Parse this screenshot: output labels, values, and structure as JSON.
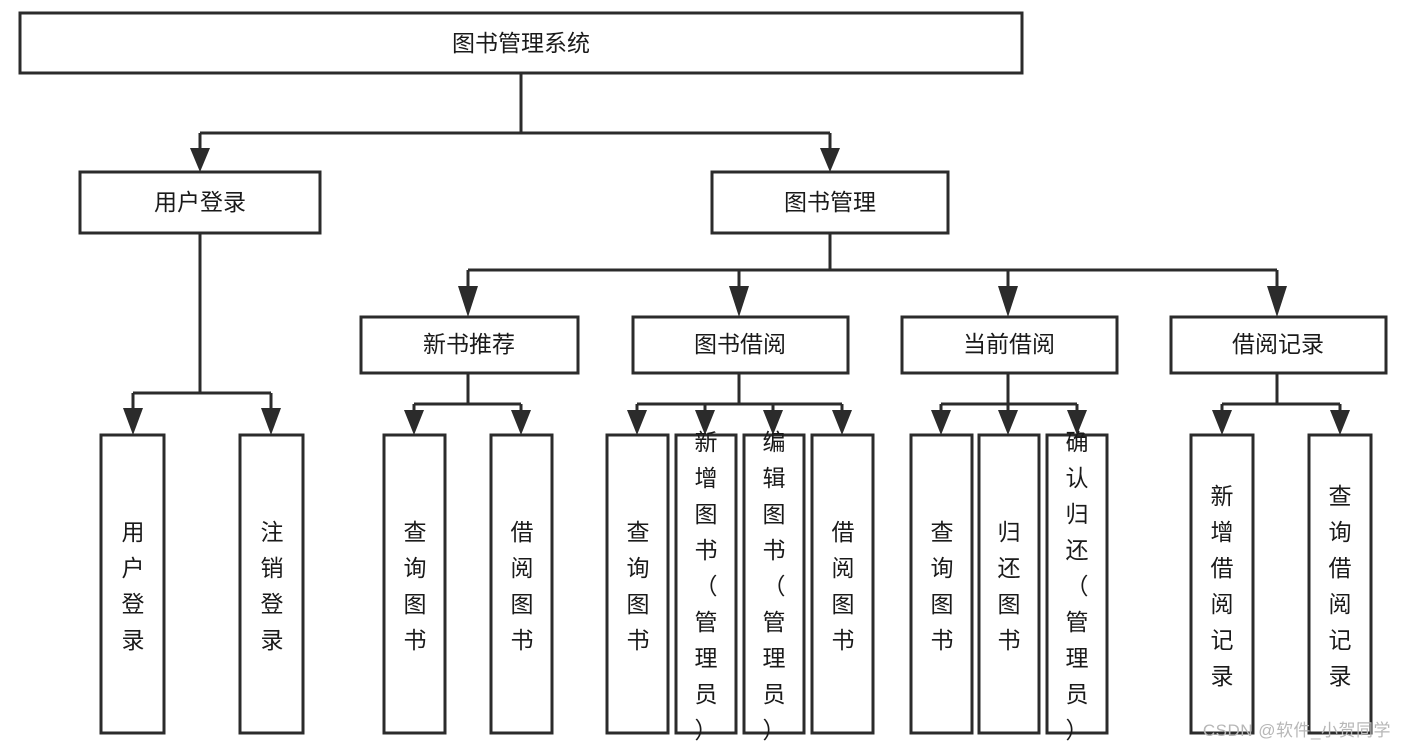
{
  "diagram": {
    "type": "tree",
    "title": "图书管理系统",
    "orientation": "top-down",
    "watermark": "CSDN @软件_小贺同学",
    "colors": {
      "background": "#ffffff",
      "node_fill": "#ffffff",
      "node_stroke": "#2b2b2b",
      "text": "#1a1a1a",
      "watermark": "#b7b7b7"
    },
    "levels": 4
  },
  "nodes": {
    "root": {
      "label": "图书管理系统"
    },
    "level2": [
      {
        "id": "user-login",
        "label": "用户登录"
      },
      {
        "id": "book-manage",
        "label": "图书管理"
      }
    ],
    "level3": [
      {
        "id": "new-book-recommend",
        "label": "新书推荐"
      },
      {
        "id": "book-borrow",
        "label": "图书借阅"
      },
      {
        "id": "current-borrow",
        "label": "当前借阅"
      },
      {
        "id": "borrow-record",
        "label": "借阅记录"
      }
    ],
    "leaves": {
      "user-login": [
        {
          "id": "leaf-user-login",
          "label": "用户登录"
        },
        {
          "id": "leaf-logout-login",
          "label": "注销登录"
        }
      ],
      "new-book-recommend": [
        {
          "id": "leaf-query-book-1",
          "label": "查询图书"
        },
        {
          "id": "leaf-borrow-book-1",
          "label": "借阅图书"
        }
      ],
      "book-borrow": [
        {
          "id": "leaf-query-book-2",
          "label": "查询图书"
        },
        {
          "id": "leaf-add-book",
          "label": "新增图书（管理员）"
        },
        {
          "id": "leaf-edit-book",
          "label": "编辑图书（管理员）"
        },
        {
          "id": "leaf-borrow-book-2",
          "label": "借阅图书"
        }
      ],
      "current-borrow": [
        {
          "id": "leaf-query-book-3",
          "label": "查询图书"
        },
        {
          "id": "leaf-return-book",
          "label": "归还图书"
        },
        {
          "id": "leaf-confirm-return",
          "label": "确认归还（管理员）"
        }
      ],
      "borrow-record": [
        {
          "id": "leaf-add-record",
          "label": "新增借阅记录"
        },
        {
          "id": "leaf-query-record",
          "label": "查询借阅记录"
        }
      ]
    }
  },
  "edges": [
    {
      "from": "root",
      "to": "user-login"
    },
    {
      "from": "root",
      "to": "book-manage"
    },
    {
      "from": "book-manage",
      "to": "new-book-recommend"
    },
    {
      "from": "book-manage",
      "to": "book-borrow"
    },
    {
      "from": "book-manage",
      "to": "current-borrow"
    },
    {
      "from": "book-manage",
      "to": "borrow-record"
    },
    {
      "from": "user-login",
      "to": "leaf-user-login"
    },
    {
      "from": "user-login",
      "to": "leaf-logout-login"
    },
    {
      "from": "new-book-recommend",
      "to": "leaf-query-book-1"
    },
    {
      "from": "new-book-recommend",
      "to": "leaf-borrow-book-1"
    },
    {
      "from": "book-borrow",
      "to": "leaf-query-book-2"
    },
    {
      "from": "book-borrow",
      "to": "leaf-add-book"
    },
    {
      "from": "book-borrow",
      "to": "leaf-edit-book"
    },
    {
      "from": "book-borrow",
      "to": "leaf-borrow-book-2"
    },
    {
      "from": "current-borrow",
      "to": "leaf-query-book-3"
    },
    {
      "from": "current-borrow",
      "to": "leaf-return-book"
    },
    {
      "from": "current-borrow",
      "to": "leaf-confirm-return"
    },
    {
      "from": "borrow-record",
      "to": "leaf-add-record"
    },
    {
      "from": "borrow-record",
      "to": "leaf-query-record"
    }
  ]
}
